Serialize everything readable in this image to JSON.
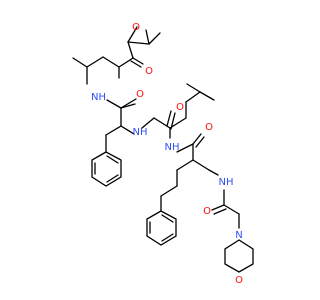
{
  "molecule": {
    "atoms": [
      {
        "symbol": "O",
        "color": "#ff0d0d"
      },
      {
        "symbol": "O",
        "color": "#ff0d0d"
      },
      {
        "symbol": "NH",
        "color": "#3050f8"
      },
      {
        "symbol": "O",
        "color": "#ff0d0d"
      },
      {
        "symbol": "NH",
        "color": "#3050f8"
      },
      {
        "symbol": "O",
        "color": "#ff0d0d"
      },
      {
        "symbol": "NH",
        "color": "#3050f8"
      },
      {
        "symbol": "O",
        "color": "#ff0d0d"
      },
      {
        "symbol": "NH",
        "color": "#3050f8"
      },
      {
        "symbol": "O",
        "color": "#ff0d0d"
      },
      {
        "symbol": "N",
        "color": "#3050f8"
      },
      {
        "symbol": "O",
        "color": "#ff0d0d"
      }
    ]
  }
}
